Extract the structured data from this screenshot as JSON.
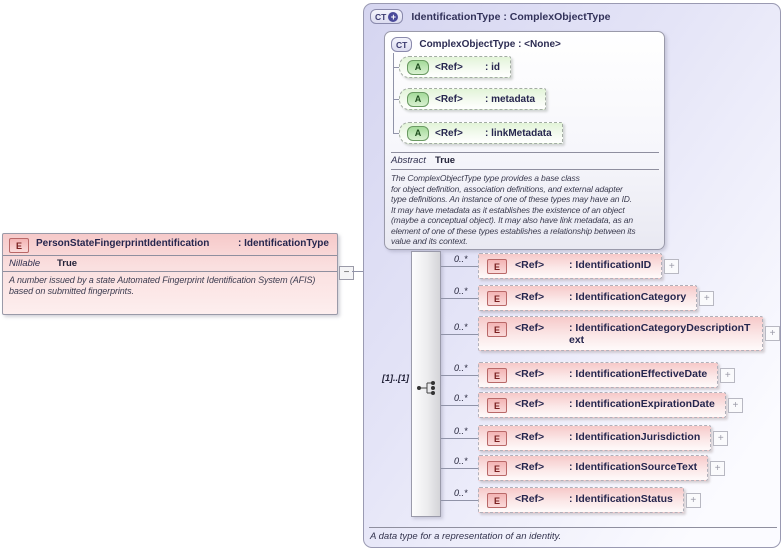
{
  "icons": {
    "element_glyph": "E",
    "attribute_glyph": "A",
    "complex_type_glyph": "CT",
    "plus_glyph": "+",
    "collapse_glyph": "−",
    "expand_glyph": "+"
  },
  "left_element": {
    "name": "PersonStateFingerprintIdentification",
    "type": ": IdentificationType",
    "property_label": "Nillable",
    "property_value": "True",
    "description": "A number issued by a state Automated Fingerprint Identification System (AFIS) based on submitted fingerprints."
  },
  "panel": {
    "header": {
      "title_name": "IdentificationType",
      "title_type": ": ComplexObjectType"
    },
    "base_type_box": {
      "title_name": "ComplexObjectType",
      "title_type": ": <None>",
      "attributes": [
        {
          "ref": "<Ref>",
          "label": ": id"
        },
        {
          "ref": "<Ref>",
          "label": ": metadata"
        },
        {
          "ref": "<Ref>",
          "label": ": linkMetadata"
        }
      ],
      "property_label": "Abstract",
      "property_value": "True",
      "description": "The ComplexObjectType type provides a base class\nfor object definition, association definitions, and external adapter\ntype definitions. An instance of one of these types may have an ID.\nIt may have metadata as it establishes the existence of an object\n(maybe a conceptual object). It may also have link metadata, as an\nelement of one of these types establishes a relationship between its\nvalue and its context."
    },
    "sequence": {
      "cardinality": "[1]..[1]"
    },
    "elements": [
      {
        "cardinality": "0..*",
        "ref": "<Ref>",
        "label": ": IdentificationID"
      },
      {
        "cardinality": "0..*",
        "ref": "<Ref>",
        "label": ": IdentificationCategory"
      },
      {
        "cardinality": "0..*",
        "ref": "<Ref>",
        "label": ": IdentificationCategoryDescriptionText"
      },
      {
        "cardinality": "0..*",
        "ref": "<Ref>",
        "label": ": IdentificationEffectiveDate"
      },
      {
        "cardinality": "0..*",
        "ref": "<Ref>",
        "label": ": IdentificationExpirationDate"
      },
      {
        "cardinality": "0..*",
        "ref": "<Ref>",
        "label": ": IdentificationJurisdiction"
      },
      {
        "cardinality": "0..*",
        "ref": "<Ref>",
        "label": ": IdentificationSourceText"
      },
      {
        "cardinality": "0..*",
        "ref": "<Ref>",
        "label": ": IdentificationStatus"
      }
    ],
    "footer_description": "A data type for a representation of an identity."
  }
}
